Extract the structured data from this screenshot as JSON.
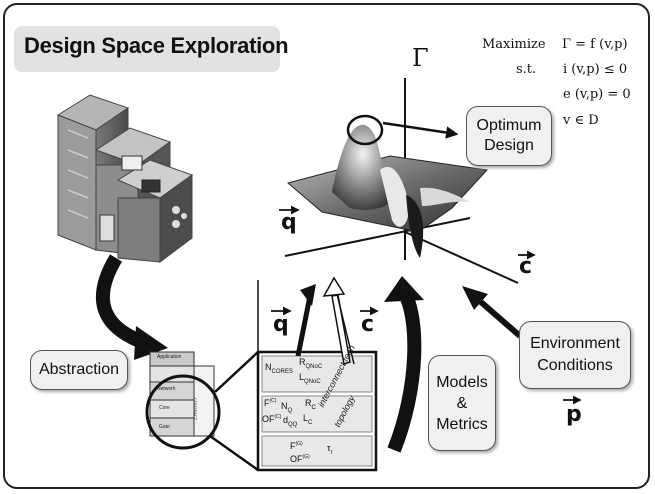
{
  "title": "Design Space Exploration",
  "optimization": {
    "maximize_label": "Maximize",
    "objective": "Γ = f (v,p)",
    "st_label": "s.t.",
    "constraint_1": "i (v,p) ≤ 0",
    "constraint_2": "e (v,p) = 0",
    "constraint_3": "v ∈ D"
  },
  "axes": {
    "gamma": "Γ",
    "q": "q",
    "c": "c"
  },
  "optimum_design": {
    "line1": "Optimum",
    "line2": "Design"
  },
  "abstraction_label": "Abstraction",
  "models_metrics": {
    "line1": "Models",
    "line2": "&",
    "line3": "Metrics"
  },
  "environment": {
    "line1": "Environment",
    "line2": "Conditions",
    "symbol": "p"
  },
  "layer_stack": {
    "application": "Application",
    "network": "Network",
    "core": "Core",
    "gate": "Gate",
    "side": "CONTRACT"
  },
  "table": {
    "n_cores": "N",
    "n_cores_sub": "CORES",
    "r_qnoc": "R",
    "r_qnoc_sub": "QNoC",
    "l_qnoc": "L",
    "l_qnoc_sub": "QNoC",
    "f_core": "F",
    "f_core_sup": "(C)",
    "n_q": "N",
    "n_q_sub": "Q",
    "of_core": "OF",
    "of_core_sup": "(C)",
    "d_qq": "d",
    "d_qq_sub": "QQ",
    "r_c": "R",
    "r_c_sub": "C",
    "l_c": "L",
    "l_c_sub": "C",
    "f_gate": "F",
    "f_gate_sup": "(G)",
    "tau": "τ",
    "tau_sub": "r",
    "of_gate": "OF",
    "of_gate_sup": "(G)",
    "interconnect": "interconnect tech",
    "topology": "topology"
  }
}
